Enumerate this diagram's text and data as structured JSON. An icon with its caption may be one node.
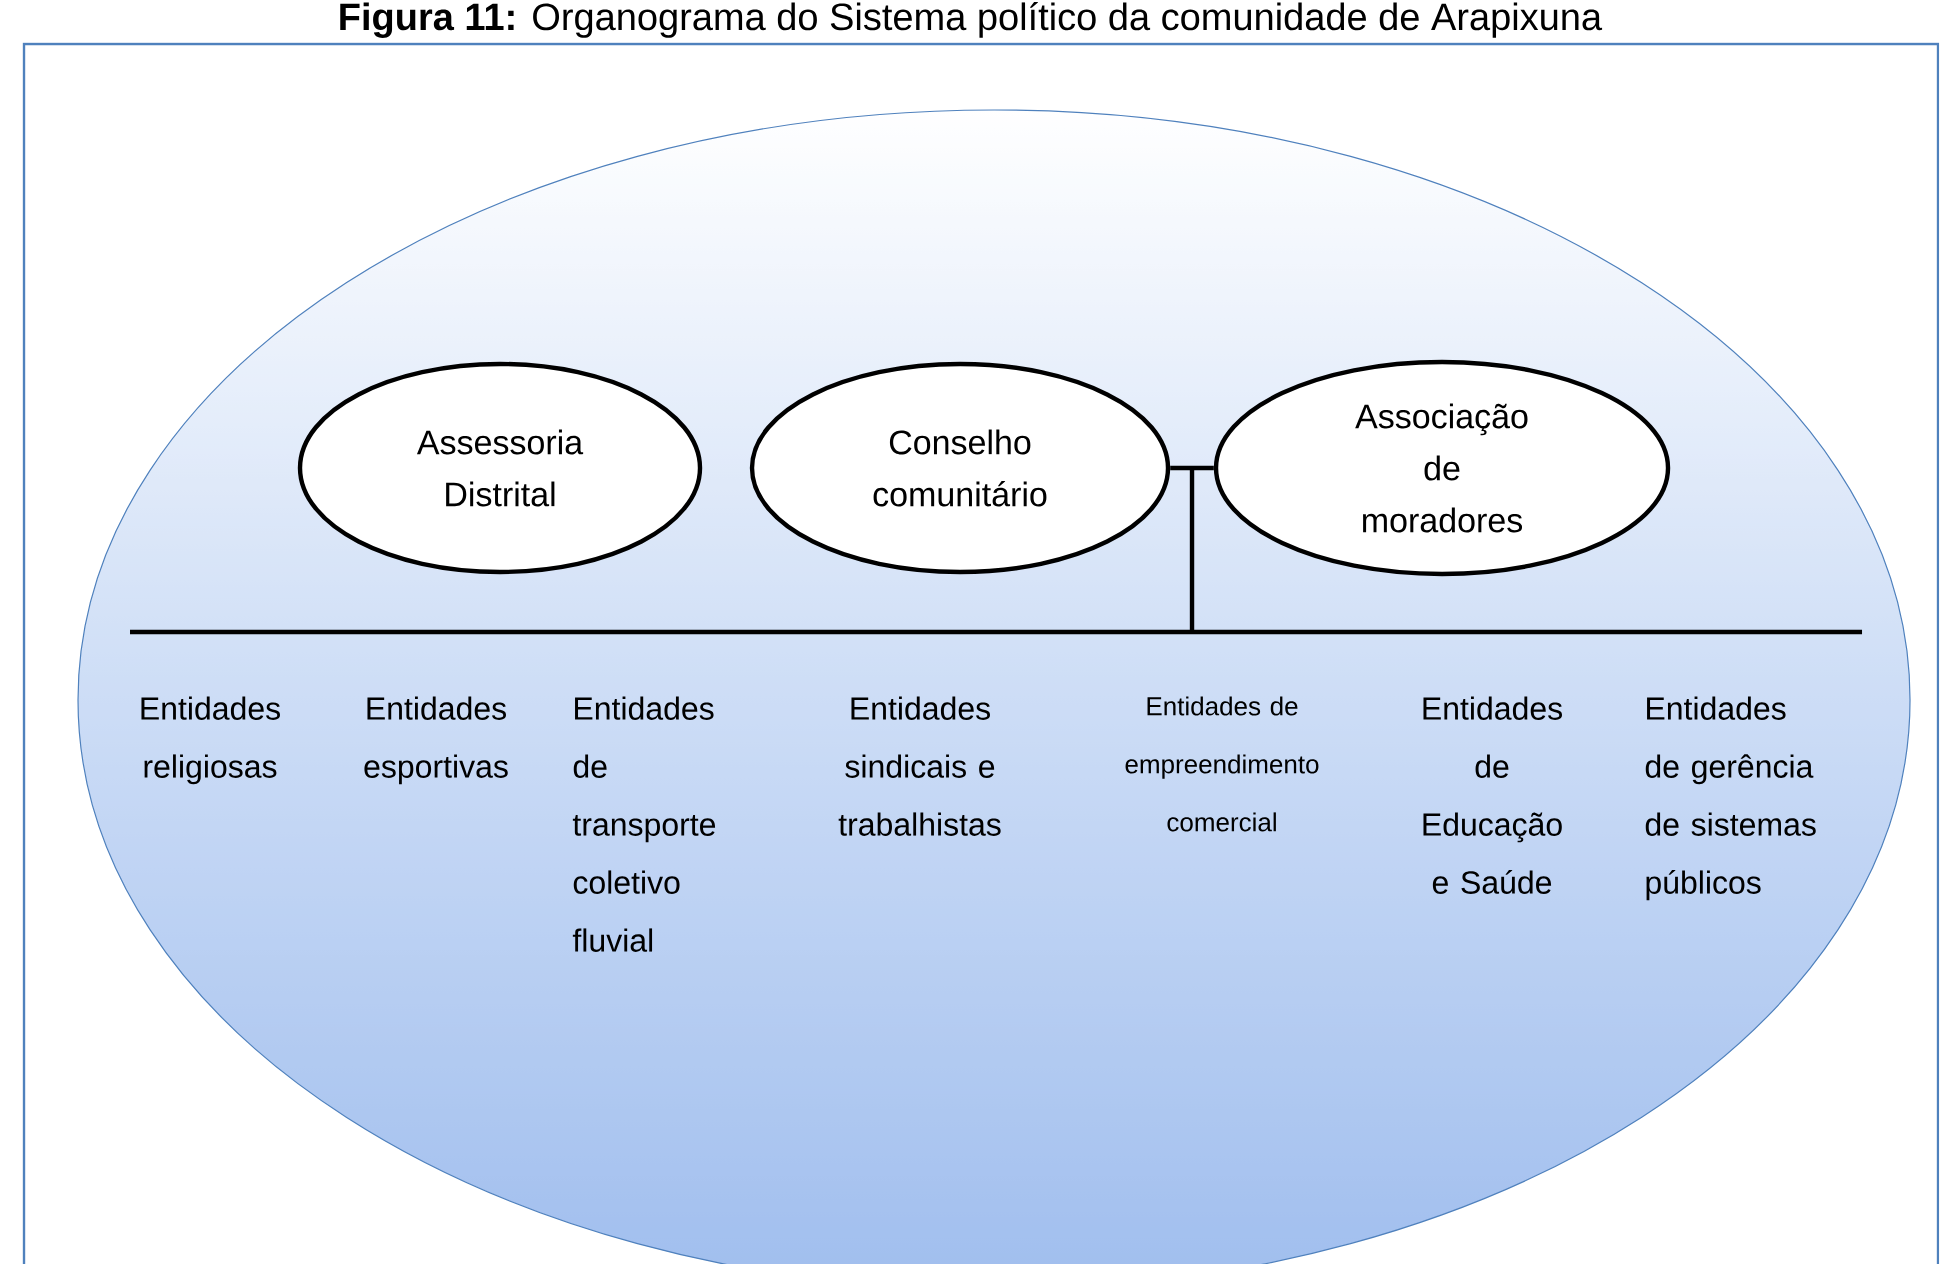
{
  "diagram": {
    "title": "**Figura 11:** Organograma do Sistema político da comunidade de Arapixuna",
    "nodes": [
      {
        "text": [],
        "shape": "ellipse"
      },
      {
        "text": [
          "Assessoria Distrital"
        ],
        "in": 0
      },
      {
        "text": [
          "Conselho comunitário"
        ],
        "in": 0
      },
      {
        "text": [
          "Associação de moradores"
        ],
        "in": 0
      }
    ],
    "edges": [
      {
        "from": 2,
        "to": 3,
        "arrow": "none"
      }
    ],
    "labels": [
      "Entidades religiosas",
      "Entidades esportivas",
      "Entidades de transporte coletivo fluvial",
      "Entidades sindicais e trabalhistas",
      "Entidades de empreendimento comercial",
      "Entidades de Educação e Saúde",
      "Entidades de gerência de sistemas públicos"
    ]
  }
}
